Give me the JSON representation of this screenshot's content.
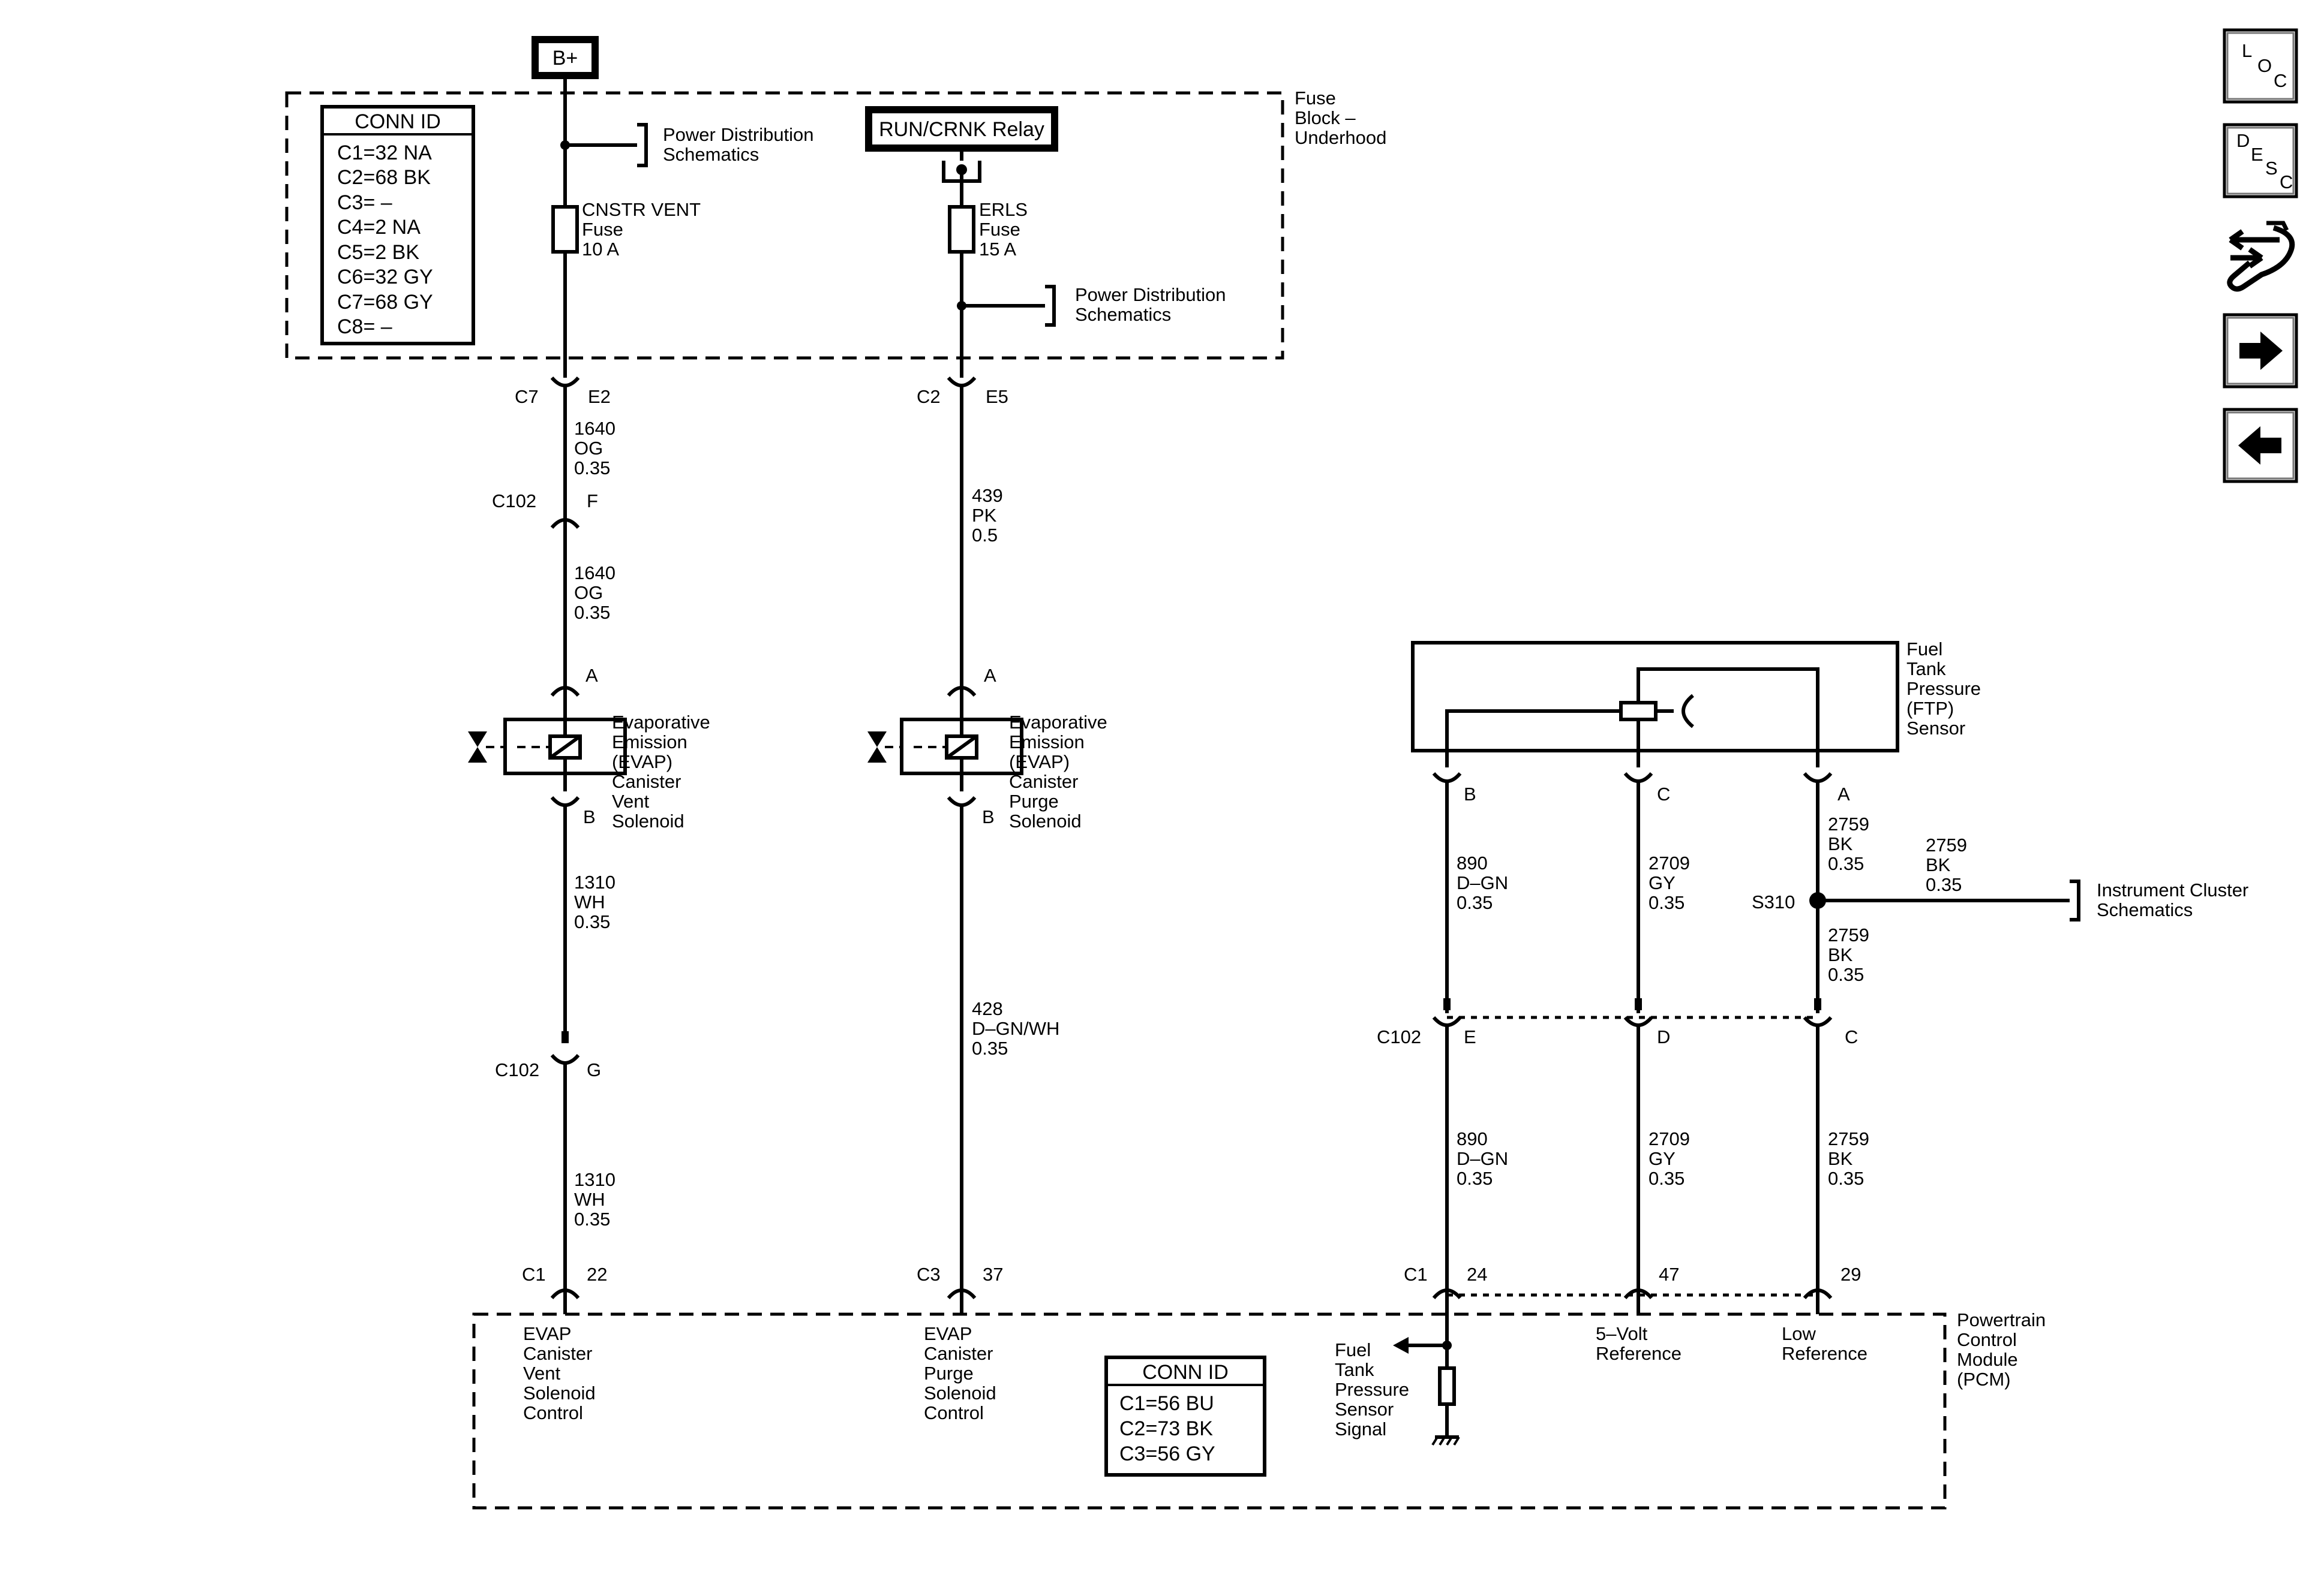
{
  "colors": {
    "ink": "#000000",
    "background": "#ffffff"
  },
  "battery": "B+",
  "relay": "RUN/CRNK Relay",
  "fuse_block": {
    "l1": "Fuse",
    "l2": "Block –",
    "l3": "Underhood"
  },
  "conn_top": {
    "title": "CONN ID",
    "rows": [
      "C1=32 NA",
      "C2=68 BK",
      "C3= –",
      "C4=2 NA",
      "C5=2 BK",
      "C6=32 GY",
      "C7=68 GY",
      "C8= –"
    ]
  },
  "pd1": {
    "l1": "Power Distribution",
    "l2": "Schematics"
  },
  "pd2": {
    "l1": "Power Distribution",
    "l2": "Schematics"
  },
  "fuse_vent": {
    "l1": "CNSTR VENT",
    "l2": "Fuse",
    "l3": "10 A"
  },
  "fuse_erls": {
    "l1": "ERLS",
    "l2": "Fuse",
    "l3": "15 A"
  },
  "conn_labels": {
    "c7": "C7",
    "e2": "E2",
    "c2": "C2",
    "e5": "E5",
    "c102a": "C102",
    "f": "F",
    "a1": "A",
    "b1": "B",
    "a2": "A",
    "b2": "B",
    "c102b": "C102",
    "g": "G",
    "c1a": "C1",
    "p22": "22",
    "c3": "C3",
    "p37": "37",
    "fb": "B",
    "fc": "C",
    "fa": "A",
    "c102c": "C102",
    "e": "E",
    "d": "D",
    "c": "C",
    "c1b": "C1",
    "p24": "24",
    "p47": "47",
    "p29": "29",
    "s310": "S310"
  },
  "wires": {
    "w1640a": {
      "n": "1640",
      "c": "OG",
      "g": "0.35"
    },
    "w1640b": {
      "n": "1640",
      "c": "OG",
      "g": "0.35"
    },
    "w439": {
      "n": "439",
      "c": "PK",
      "g": "0.5"
    },
    "w1310a": {
      "n": "1310",
      "c": "WH",
      "g": "0.35"
    },
    "w1310b": {
      "n": "1310",
      "c": "WH",
      "g": "0.35"
    },
    "w428": {
      "n": "428",
      "c": "D–GN/WH",
      "g": "0.35"
    },
    "w890a": {
      "n": "890",
      "c": "D–GN",
      "g": "0.35"
    },
    "w2709a": {
      "n": "2709",
      "c": "GY",
      "g": "0.35"
    },
    "w2759a": {
      "n": "2759",
      "c": "BK",
      "g": "0.35"
    },
    "w2759s": {
      "n": "2759",
      "c": "BK",
      "g": "0.35"
    },
    "w2759b": {
      "n": "2759",
      "c": "BK",
      "g": "0.35"
    },
    "w890b": {
      "n": "890",
      "c": "D–GN",
      "g": "0.35"
    },
    "w2709b": {
      "n": "2709",
      "c": "GY",
      "g": "0.35"
    },
    "w2759c": {
      "n": "2759",
      "c": "BK",
      "g": "0.35"
    }
  },
  "vent_sol": {
    "l1": "Evaporative",
    "l2": "Emission",
    "l3": "(EVAP)",
    "l4": "Canister",
    "l5": "Vent",
    "l6": "Solenoid"
  },
  "purge_sol": {
    "l1": "Evaporative",
    "l2": "Emission",
    "l3": "(EVAP)",
    "l4": "Canister",
    "l5": "Purge",
    "l6": "Solenoid"
  },
  "ftp": {
    "l1": "Fuel",
    "l2": "Tank",
    "l3": "Pressure",
    "l4": "(FTP)",
    "l5": "Sensor"
  },
  "ic": {
    "l1": "Instrument Cluster",
    "l2": "Schematics"
  },
  "pcm": {
    "l1": "Powertrain",
    "l2": "Control",
    "l3": "Module",
    "l4": "(PCM)"
  },
  "pcm_vent": {
    "l1": "EVAP",
    "l2": "Canister",
    "l3": "Vent",
    "l4": "Solenoid",
    "l5": "Control"
  },
  "pcm_purge": {
    "l1": "EVAP",
    "l2": "Canister",
    "l3": "Purge",
    "l4": "Solenoid",
    "l5": "Control"
  },
  "pcm_ftp": {
    "l1": "Fuel",
    "l2": "Tank",
    "l3": "Pressure",
    "l4": "Sensor",
    "l5": "Signal"
  },
  "pcm_5v": {
    "l1": "5–Volt",
    "l2": "Reference"
  },
  "pcm_low": {
    "l1": "Low",
    "l2": "Reference"
  },
  "conn_pcm": {
    "title": "CONN ID",
    "rows": [
      "C1=56 BU",
      "C2=73 BK",
      "C3=56 GY"
    ]
  },
  "nav": {
    "loc": {
      "a": "L",
      "b": "O",
      "c": "C",
      "icon": "loc-icon"
    },
    "desc": {
      "a": "D",
      "b": "E",
      "c": "S",
      "d": "C",
      "icon": "desc-icon"
    },
    "tools_icon": "connector-tools-icon",
    "next_icon": "arrow-right-icon",
    "prev_icon": "arrow-left-icon"
  }
}
